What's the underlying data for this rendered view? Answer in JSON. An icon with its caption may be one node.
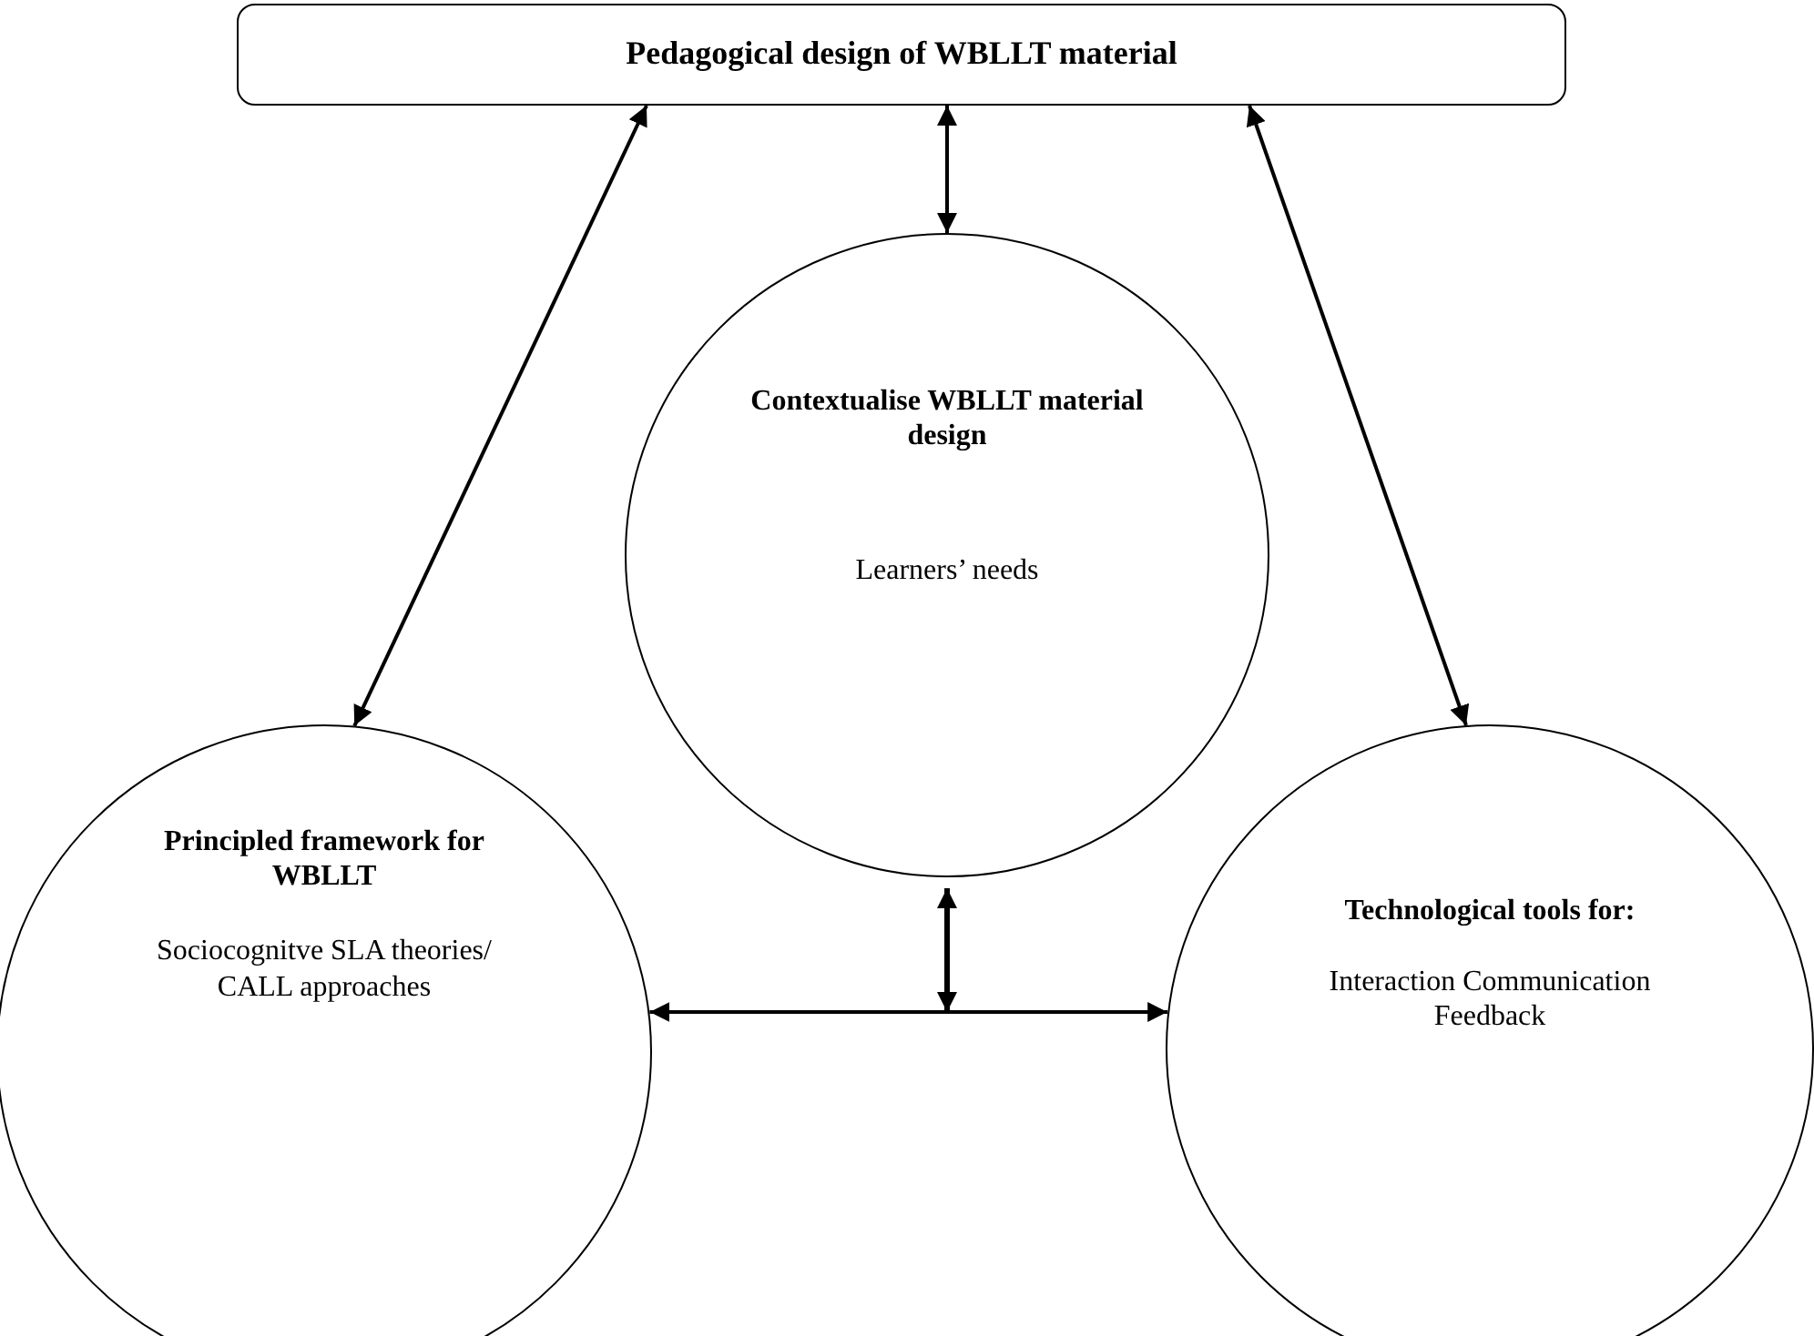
{
  "diagram": {
    "nodes": [
      {
        "text": [
          "Pedagogical design of WBLLT material"
        ]
      },
      {
        "text": [
          "Contextualise WBLLT material design",
          "Learners’ needs"
        ]
      },
      {
        "text": [
          "Principled framework for WBLLT",
          "Sociocognitve SLA theories/ CALL approaches"
        ]
      },
      {
        "text": [
          "Technological tools for:",
          "Interaction Communication Feedback"
        ]
      }
    ],
    "edges": [
      {
        "from": 0,
        "to": 2,
        "arrow": "both"
      },
      {
        "from": 0,
        "to": 1,
        "arrow": "both"
      },
      {
        "from": 0,
        "to": 3,
        "arrow": "both"
      },
      {
        "from": 1,
        "to": 2,
        "arrow": "both"
      },
      {
        "from": 1,
        "to": 3,
        "arrow": "both"
      }
    ]
  }
}
